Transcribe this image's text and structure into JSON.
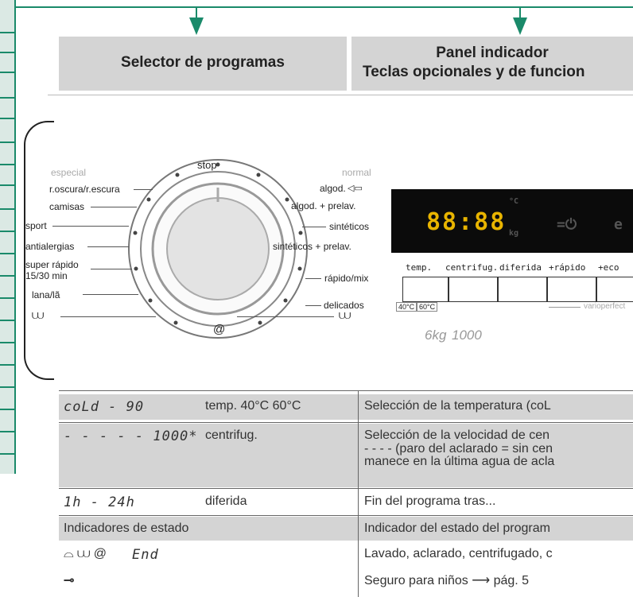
{
  "headers": {
    "selector": "Selector de programas",
    "panel_line1": "Panel indicador",
    "panel_line2": "Teclas opcionales y de funcion"
  },
  "dial": {
    "top_label": "stop",
    "left_group": "especial",
    "right_group": "normal",
    "left_programs": [
      "r.oscura/r.escura",
      "camisas",
      "sport",
      "antialergias",
      "super rápido",
      "15/30 min",
      "lana/lã"
    ],
    "right_programs": [
      "algod.",
      "algod. + prelav.",
      "sintéticos",
      "sintéticos + prelav.",
      "rápido/mix",
      "delicados"
    ],
    "bottom_symbol": "spin-icon"
  },
  "display": {
    "digits": "88:88",
    "unit_c": "°C",
    "unit_kg": "kg",
    "timer_symbol": "=⏻",
    "key_symbol": "e"
  },
  "buttons": [
    "temp.",
    "centrifug.",
    "diferida",
    "+rápido",
    "+eco"
  ],
  "temp_icons": [
    "40°C",
    "60°C"
  ],
  "varioperfect": "varioperfect",
  "capacity": "6kg",
  "spin_speed": "1000",
  "table": {
    "rows": [
      {
        "c1": "coLd - 90",
        "c2": "temp. 40°C 60°C",
        "c3": "Selección de la temperatura (coL"
      },
      {
        "c1": "- - - -  -  1000*",
        "c2": "centrifug.",
        "c3": "Selección de la velocidad de cen",
        "c3b": "- - - - (paro del aclarado = sin cen",
        "c3c": "manece en la última agua de acla"
      },
      {
        "c1": "1h - 24h",
        "c2": "diferida",
        "c3": "Fin del programa tras..."
      },
      {
        "c1": "Indicadores de estado",
        "c2": "",
        "c3": "Indicador del estado del program"
      },
      {
        "c1": "End",
        "c2": "",
        "c3": "Lavado, aclarado, centrifugado, c"
      },
      {
        "c1": "",
        "c2": "",
        "c3": "Seguro para niños ⟶ pág. 5"
      }
    ]
  }
}
